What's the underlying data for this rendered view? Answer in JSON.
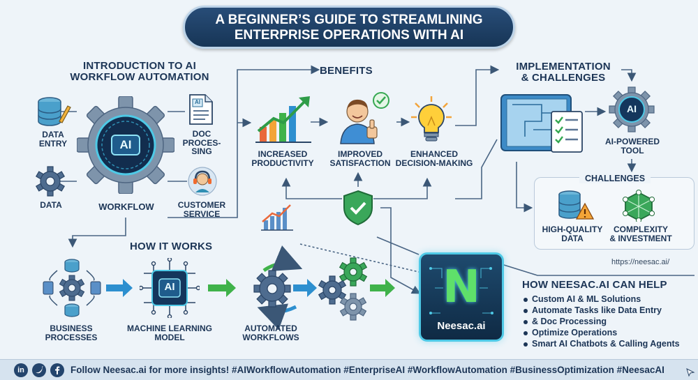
{
  "title": {
    "line1": "A BEGINNER’S GUIDE TO STREAMLINING",
    "line2": "ENTERPRISE OPERATIONS WITH AI"
  },
  "intro": {
    "heading_line1": "INTRODUCTION TO AI",
    "heading_line2": "WORKFLOW AUTOMATION",
    "data_entry_line1": "DATA",
    "data_entry_line2": "ENTRY",
    "data": "DATA",
    "workflow": "WORKFLOW",
    "doc_line1": "DOC",
    "doc_line2": "PROCES-",
    "doc_line3": "SING",
    "customer_line1": "CUSTOMER",
    "customer_line2": "SERVICE",
    "gear_badge": "AI",
    "doc_badge": "AI"
  },
  "benefits": {
    "heading": "BENEFITS",
    "productivity_line1": "INCREASED",
    "productivity_line2": "PRODUCTIVITY",
    "satisfaction_line1": "IMPROVED",
    "satisfaction_line2": "SATISFACTION",
    "decision_line1": "ENHANCED",
    "decision_line2": "DECISION-MAKING"
  },
  "implementation": {
    "heading_line1": "IMPLEMENTATION",
    "heading_line2": "& CHALLENGES",
    "tool_line1": "AI-POWERED",
    "tool_line2": "TOOL",
    "tool_badge": "AI",
    "challenges_heading": "CHALLENGES",
    "data_line1": "HIGH-QUALITY",
    "data_line2": "DATA",
    "complex_line1": "COMPLEXITY",
    "complex_line2": "& INVESTMENT"
  },
  "how": {
    "heading": "HOW IT WORKS",
    "business_line1": "BUSINESS",
    "business_line2": "PROCESSES",
    "ml_line1": "MACHINE LEARNING",
    "ml_line2": "MODEL",
    "ml_badge": "AI",
    "auto_line1": "AUTOMATED",
    "auto_line2": "WORKFLOWS"
  },
  "neesac": {
    "logo_text": "Neesac.ai",
    "logo_letter": "N",
    "url": "https://neesac.ai/",
    "help_heading": "HOW NEESAC.AI CAN HELP",
    "items": [
      "Custom AI & ML Solutions",
      "Automate Tasks like Data Entry",
      "& Doc Processing",
      "Optimize Operations",
      "Smart AI Chatbots & Calling Agents"
    ]
  },
  "footer": {
    "linkedin": "in",
    "text": "Follow Neesac.ai for more insights! #AIWorkflowAutomation #EnterpriseAI #WorkflowAutomation #BusinessOptimization #NeesacAI"
  },
  "colors": {
    "navy": "#1c3556",
    "teal": "#2f8fb3",
    "green": "#35a853",
    "cyan": "#4ec9e6",
    "footer_bg": "#d6e3ef"
  }
}
